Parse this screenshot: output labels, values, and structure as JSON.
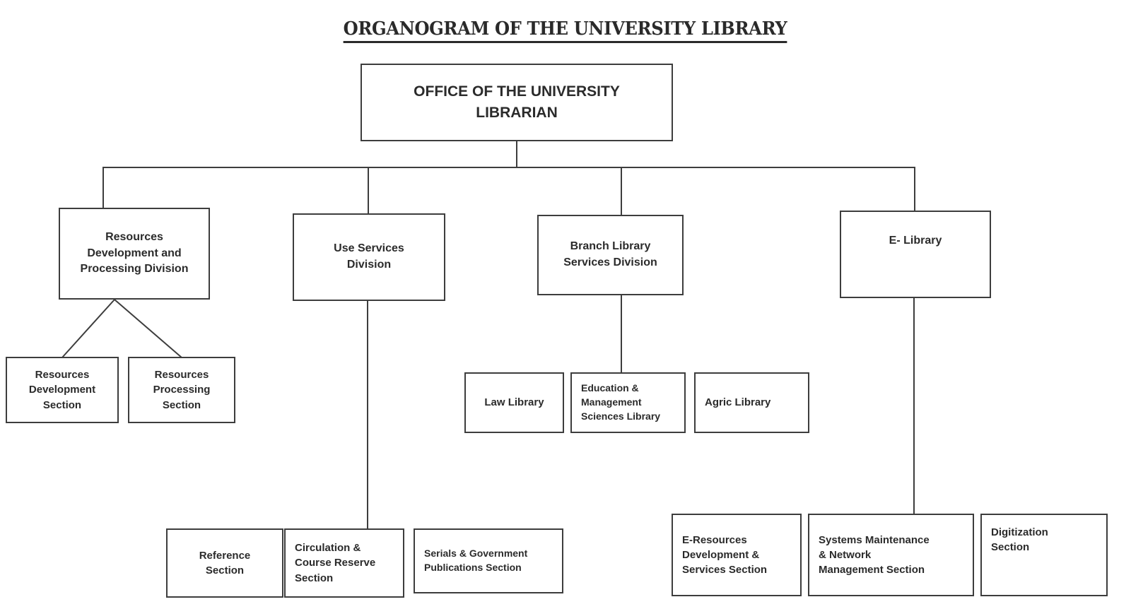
{
  "title": "ORGANOGRAM OF THE UNIVERSITY LIBRARY",
  "root": {
    "label_line1": "OFFICE OF THE UNIVERSITY",
    "label_line2": "LIBRARIAN"
  },
  "divisions": [
    {
      "id": "resources-development-and-processing-division",
      "line1": "Resources",
      "line2": "Development and",
      "line3": "Processing Division"
    },
    {
      "id": "use-services-division",
      "line1": "Use Services",
      "line2": "Division"
    },
    {
      "id": "branch-library-services-division",
      "line1": "Branch Library",
      "line2": "Services Division"
    },
    {
      "id": "e-library",
      "line1": "E- Library"
    }
  ],
  "resources_sections": [
    {
      "id": "resources-development-section",
      "line1": "Resources",
      "line2": "Development",
      "line3": "Section"
    },
    {
      "id": "resources-processing-section",
      "line1": "Resources",
      "line2": "Processing",
      "line3": "Section"
    }
  ],
  "branch_libraries": [
    {
      "id": "law-library",
      "line1": "Law Library"
    },
    {
      "id": "education-and-management-sciences-library",
      "line1": "Education &",
      "line2": "Management",
      "line3": "Sciences Library"
    },
    {
      "id": "agric-library",
      "line1": "Agric Library"
    }
  ],
  "use_services_sections": [
    {
      "id": "reference-section",
      "line1": "Reference",
      "line2": "Section"
    },
    {
      "id": "circulation-and-course-reserve-section",
      "line1": "Circulation &",
      "line2": "Course Reserve",
      "line3": "Section"
    },
    {
      "id": "serials-and-government-publications-section",
      "line1": "Serials & Government",
      "line2": "Publications Section"
    }
  ],
  "elibrary_sections": [
    {
      "id": "e-resources-development-and-services-section",
      "line1": "E-Resources",
      "line2": "Development &",
      "line3": "Services Section"
    },
    {
      "id": "systems-maintenance-and-network-management-section",
      "line1": "Systems Maintenance",
      "line2": "& Network",
      "line3": "Management Section"
    },
    {
      "id": "digitization-section",
      "line1": "Digitization",
      "line2": "Section"
    }
  ],
  "colors": {
    "border": "#3d3d3d",
    "text": "#2b2b2b",
    "background": "#ffffff"
  }
}
